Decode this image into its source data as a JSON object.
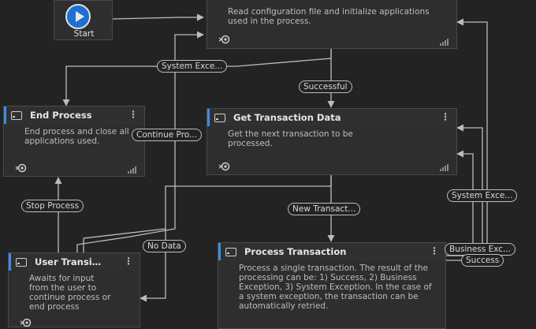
{
  "start": {
    "label": "Start"
  },
  "states": {
    "initialization": {
      "description": "Read configuration file and initialize applications used in the process."
    },
    "end_process": {
      "title": "End Process",
      "description": "End process and close all applications used."
    },
    "get_transaction": {
      "title": "Get Transaction Data",
      "description": "Get the next transaction to be processed."
    },
    "process_transaction": {
      "title": "Process Transaction",
      "description": "Process a single transaction. The result of the processing can be: 1) Success, 2) Business Exception, 3) System Exception. In the case of a system exception, the transaction can be automatically retried."
    },
    "user_transition": {
      "title": "User Transi…",
      "description": "Awaits for input from the user to continue process or end process"
    }
  },
  "transitions": {
    "system_exception_1": "System Exce...",
    "successful": "Successful",
    "continue_process": "Continue Pro...",
    "stop_process": "Stop Process",
    "new_transaction": "New Transact...",
    "no_data": "No Data",
    "system_exception_2": "System Exce...",
    "business_exception": "Business Exc...",
    "success": "Success"
  },
  "colors": {
    "accent": "#3a8ee6",
    "background": "#232323",
    "node": "#2e2e2e",
    "wire": "#bdbdbd"
  },
  "icons": {
    "state": "state-icon",
    "target": "target-icon",
    "menu": "kebab-menu-icon",
    "bars": "signal-bars-icon",
    "play": "play-icon"
  }
}
